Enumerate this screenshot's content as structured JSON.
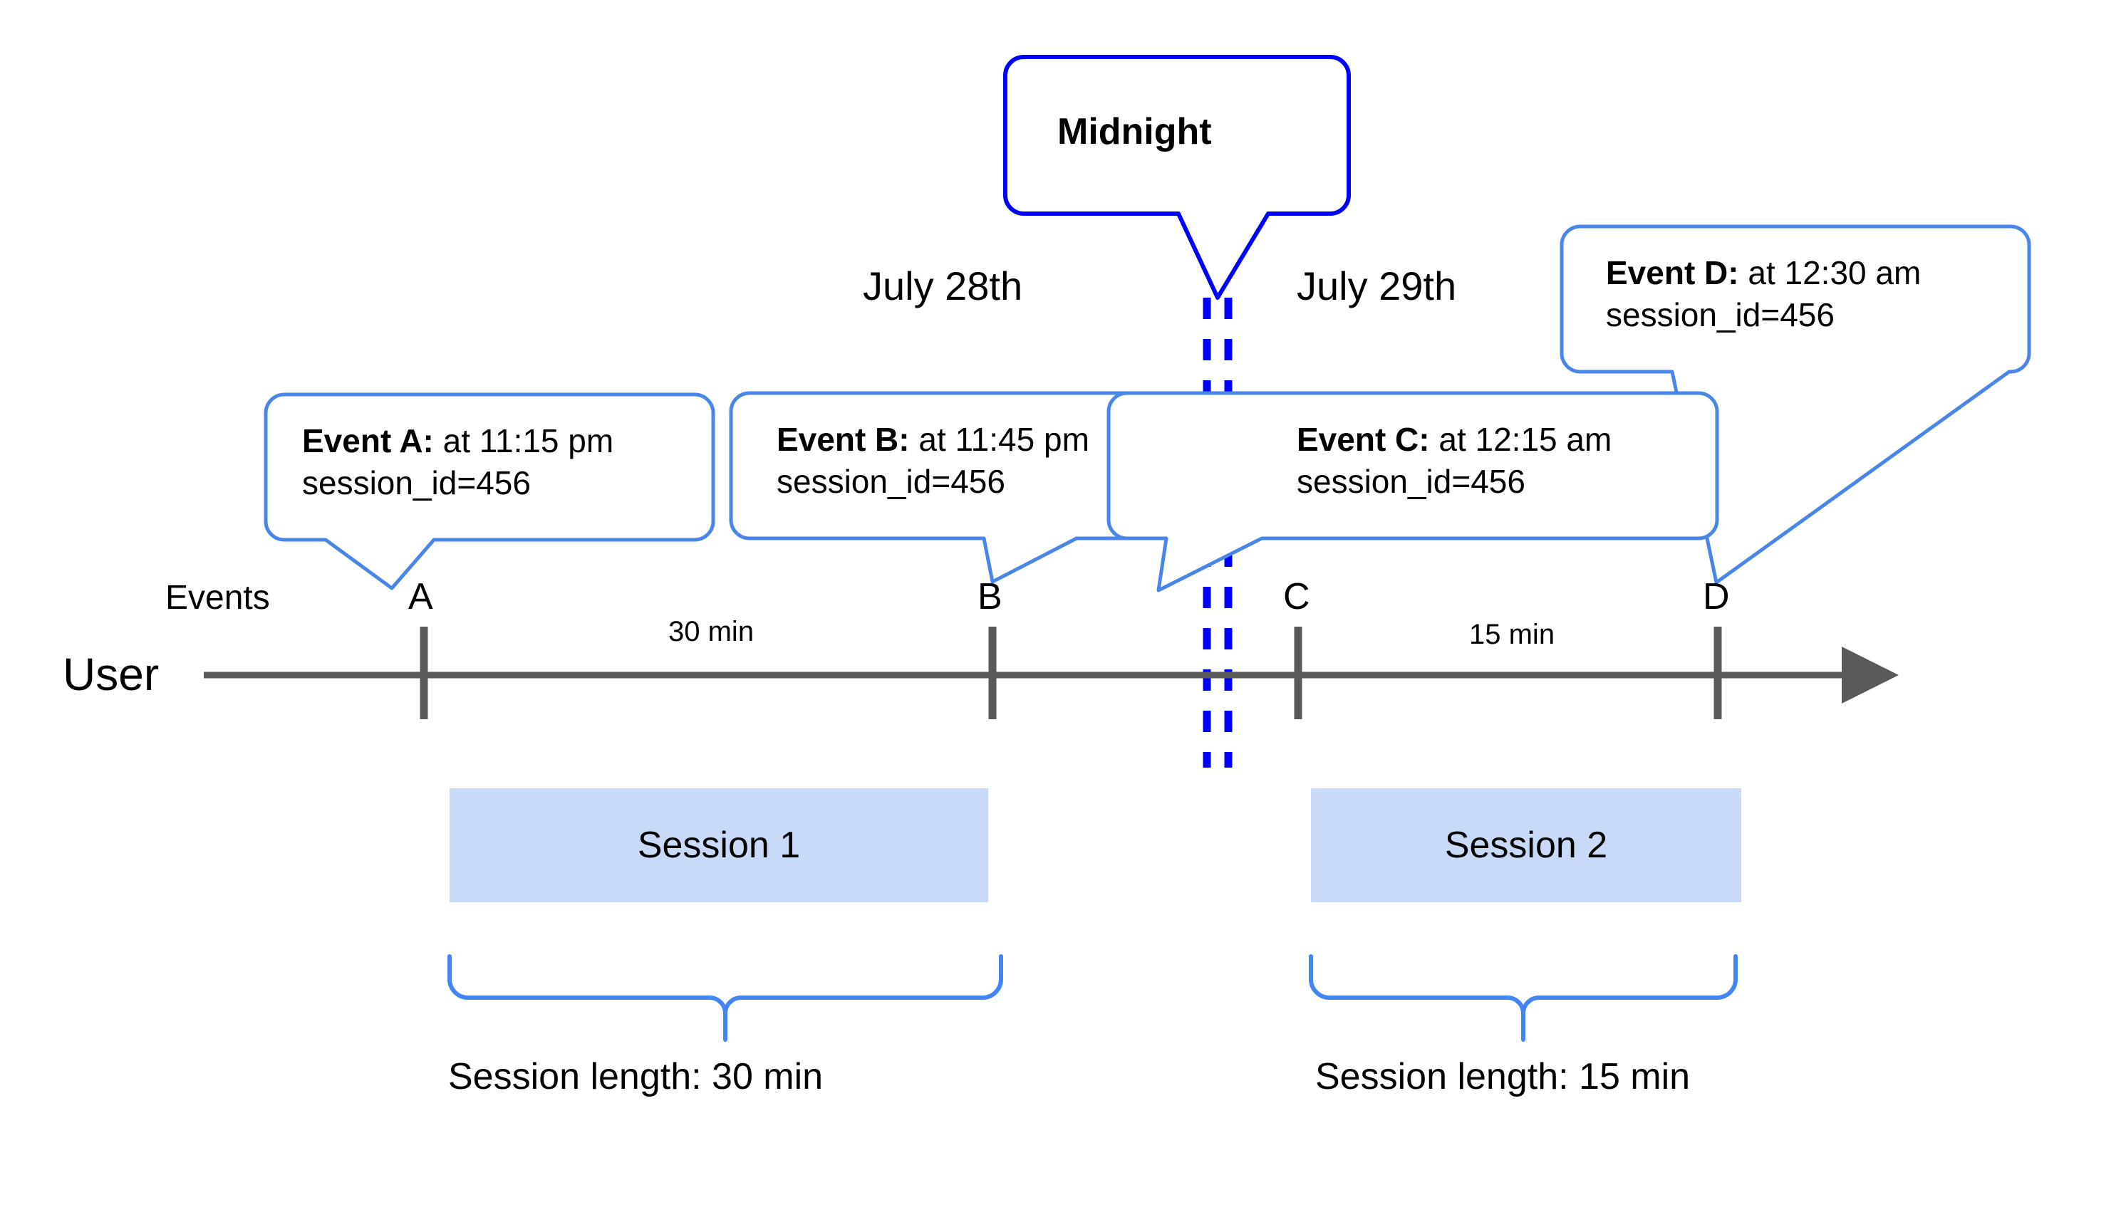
{
  "diagram": {
    "title_hidden": "",
    "row_labels": {
      "user": "User",
      "events": "Events"
    },
    "dates": {
      "left": "July 28th",
      "right": "July 29th"
    },
    "midnight": {
      "label": "Midnight",
      "border_color": "#0000ff"
    },
    "colors": {
      "callout_border": "#4a86e8",
      "midnight_border": "#0000ff",
      "axis": "#595959",
      "session_fill": "#c9daf8",
      "brace": "#4285f4",
      "text": "#000000"
    },
    "events": [
      {
        "marker": "A",
        "bold": "Event A:",
        "rest": " at 11:15 pm",
        "line2": "session_id=456"
      },
      {
        "marker": "B",
        "bold": "Event B:",
        "rest": " at 11:45 pm",
        "line2": "session_id=456"
      },
      {
        "marker": "C",
        "bold": "Event C:",
        "rest": " at 12:15 am",
        "line2": "session_id=456"
      },
      {
        "marker": "D",
        "bold": "Event D:",
        "rest": " at 12:30 am",
        "line2": "session_id=456"
      }
    ],
    "gaps": [
      {
        "label": "30 min"
      },
      {
        "label": "15 min"
      }
    ],
    "sessions": [
      {
        "name": "Session 1",
        "length_label": "Session length: 30 min"
      },
      {
        "name": "Session 2",
        "length_label": "Session length: 15 min"
      }
    ]
  },
  "chart_data": {
    "type": "timeline",
    "title": "User session timeline across midnight",
    "axis_label": "User",
    "event_row_label": "Events",
    "day_boundary": "Midnight",
    "days": [
      "July 28th",
      "July 29th"
    ],
    "events": [
      {
        "id": "A",
        "time": "11:15 pm",
        "day": "July 28th",
        "session_id": "456"
      },
      {
        "id": "B",
        "time": "11:45 pm",
        "day": "July 28th",
        "session_id": "456"
      },
      {
        "id": "C",
        "time": "12:15 am",
        "day": "July 29th",
        "session_id": "456"
      },
      {
        "id": "D",
        "time": "12:30 am",
        "day": "July 29th",
        "session_id": "456"
      }
    ],
    "intervals": [
      {
        "from": "A",
        "to": "B",
        "label": "30 min"
      },
      {
        "from": "C",
        "to": "D",
        "label": "15 min"
      }
    ],
    "sessions": [
      {
        "name": "Session 1",
        "events": [
          "A",
          "B"
        ],
        "length": "30 min"
      },
      {
        "name": "Session 2",
        "events": [
          "C",
          "D"
        ],
        "length": "15 min"
      }
    ]
  }
}
